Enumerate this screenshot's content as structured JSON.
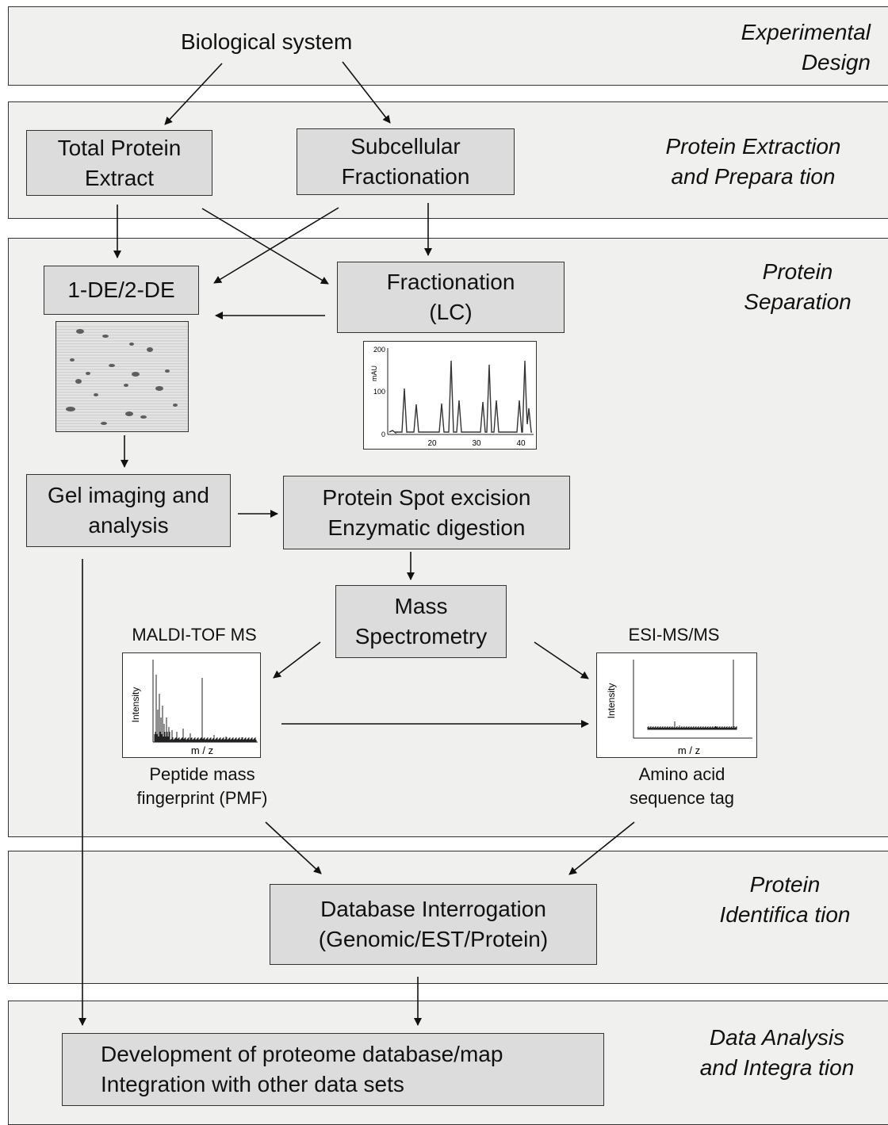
{
  "stages": {
    "experimental_design": "Experimental\nDesign",
    "protein_extraction": "Protein Extraction\nand Prepara tion",
    "protein_separation": "Protein\nSeparation",
    "protein_identification": "Protein\nIdentifica tion",
    "data_analysis": "Data Analysis\nand Integra tion"
  },
  "nodes": {
    "biological_system": "Biological system",
    "total_protein_extract": "Total Protein\nExtract",
    "subcellular_fractionation": "Subcellular\nFractionation",
    "gel_de": "1-DE/2-DE",
    "fractionation_lc": "Fractionation\n(LC)",
    "gel_imaging": "Gel imaging and\nanalysis",
    "spot_excision": "Protein Spot excision\nEnzymatic digestion",
    "mass_spectrometry": "Mass\nSpectrometry",
    "maldi_label": "MALDI-TOF MS",
    "esi_label": "ESI-MS/MS",
    "pmf": "Peptide mass\nfingerprint (PMF)",
    "sequence_tag": "Amino acid\nsequence tag",
    "database_interrogation": "Database Interrogation\n(Genomic/EST/Protein)",
    "proteome_database": "Development of proteome database/map\nIntegration with other data sets"
  },
  "lc_chart": {
    "ylabel": "mAU",
    "y_ticks": [
      "200",
      "100",
      "0"
    ],
    "x_ticks": [
      "20",
      "30",
      "40"
    ]
  },
  "maldi_chart": {
    "ylabel": "Intensity",
    "xlabel": "m / z"
  },
  "esi_chart": {
    "ylabel": "Intensity",
    "xlabel": "m / z"
  }
}
